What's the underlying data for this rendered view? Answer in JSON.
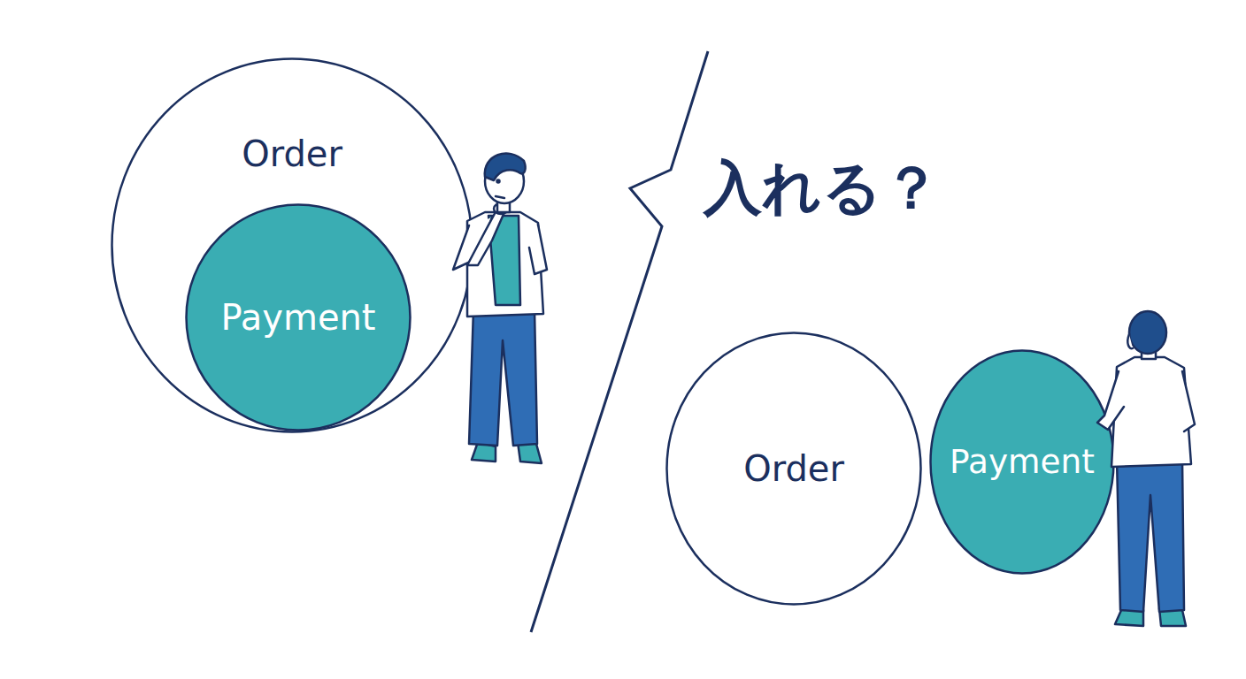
{
  "diagram": {
    "nodes": [
      {
        "text": [
          "Order"
        ]
      },
      {
        "text": [
          "Payment"
        ],
        "in": 0
      },
      {
        "text": [
          "Order"
        ]
      },
      {
        "text": [
          "Payment"
        ]
      }
    ],
    "labels": [
      "入れる？"
    ]
  }
}
